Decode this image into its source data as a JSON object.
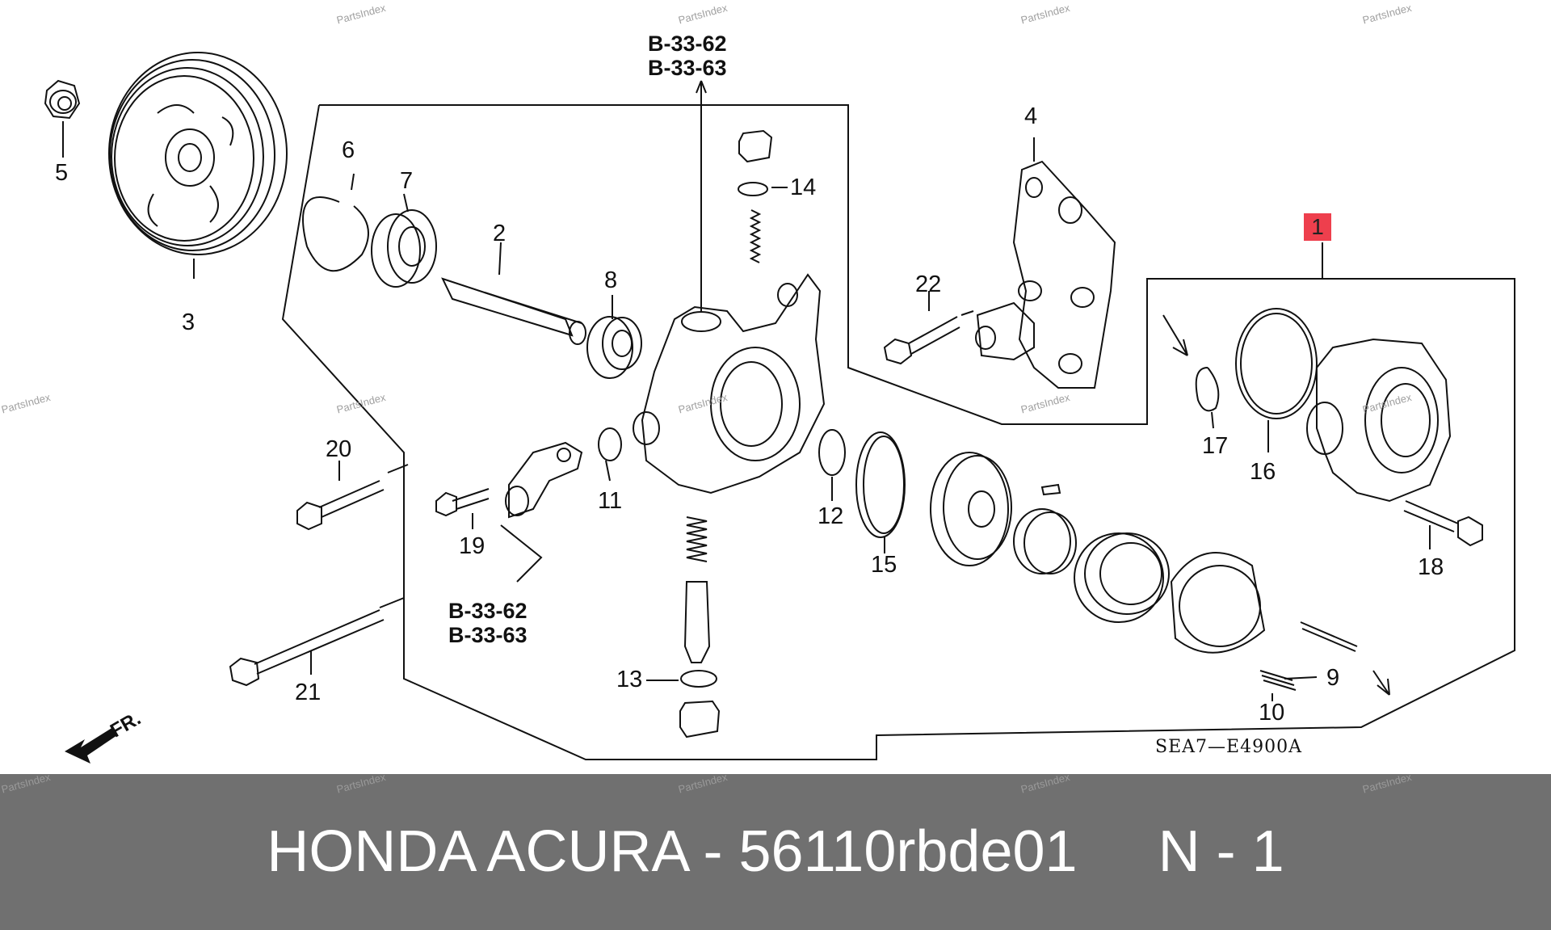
{
  "watermark_text": "PartsIndex",
  "diagram_code": "SEA7—E4900A",
  "front_label": "FR.",
  "ref_codes": {
    "top": [
      "B-33-62",
      "B-33-63"
    ],
    "bottom": [
      "B-33-62",
      "B-33-63"
    ]
  },
  "callouts": {
    "n1": "1",
    "n2": "2",
    "n3": "3",
    "n4": "4",
    "n5": "5",
    "n6": "6",
    "n7": "7",
    "n8": "8",
    "n9": "9",
    "n10": "10",
    "n11": "11",
    "n12": "12",
    "n13": "13",
    "n14": "14",
    "n15": "15",
    "n16": "16",
    "n17": "17",
    "n18": "18",
    "n19": "19",
    "n20": "20",
    "n21": "21",
    "n22": "22"
  },
  "footer": {
    "brand": "HONDA ACURA",
    "separator": "-",
    "part_number": "56110rbde01",
    "position": "N - 1"
  },
  "colors": {
    "highlight": "#ee3f4d",
    "footer_bg": "#707070",
    "footer_text": "#ffffff"
  }
}
